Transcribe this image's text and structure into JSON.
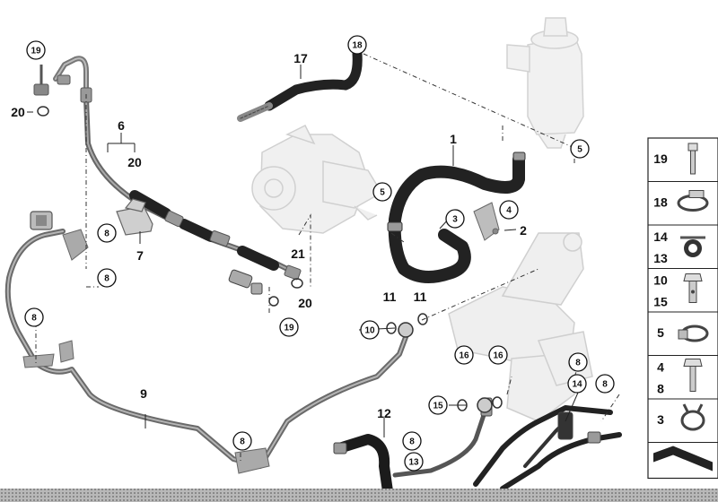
{
  "diagram": {
    "labels": {
      "n1": "1",
      "n2": "2",
      "n3": "3",
      "n4": "4",
      "n5a": "5",
      "n5b": "5",
      "n6": "6",
      "n7": "7",
      "n8a": "8",
      "n8b": "8",
      "n8c": "8",
      "n8d": "8",
      "n8e": "8",
      "n8f": "8",
      "n8g": "8",
      "n9": "9",
      "n10": "10",
      "n11a": "11",
      "n11b": "11",
      "n12": "12",
      "n13": "13",
      "n14": "14",
      "n15": "15",
      "n16a": "16",
      "n16b": "16",
      "n17": "17",
      "n18": "18",
      "n19a": "19",
      "n19b": "19",
      "n20a": "20",
      "n20b": "20",
      "n20c": "20",
      "n21": "21"
    },
    "legend": {
      "items": [
        {
          "num1": "19",
          "num2": "",
          "icon": "bolt-icon"
        },
        {
          "num1": "18",
          "num2": "",
          "icon": "hose-clamp-icon"
        },
        {
          "num1": "14",
          "num2": "13",
          "icon": "rubber-mount-clamp-icon"
        },
        {
          "num1": "10",
          "num2": "15",
          "icon": "banjo-bolt-icon"
        },
        {
          "num1": "5",
          "num2": "",
          "icon": "worm-clamp-icon"
        },
        {
          "num1": "4",
          "num2": "8",
          "icon": "hex-bolt-icon"
        },
        {
          "num1": "3",
          "num2": "",
          "icon": "spring-clamp-icon"
        }
      ]
    }
  }
}
